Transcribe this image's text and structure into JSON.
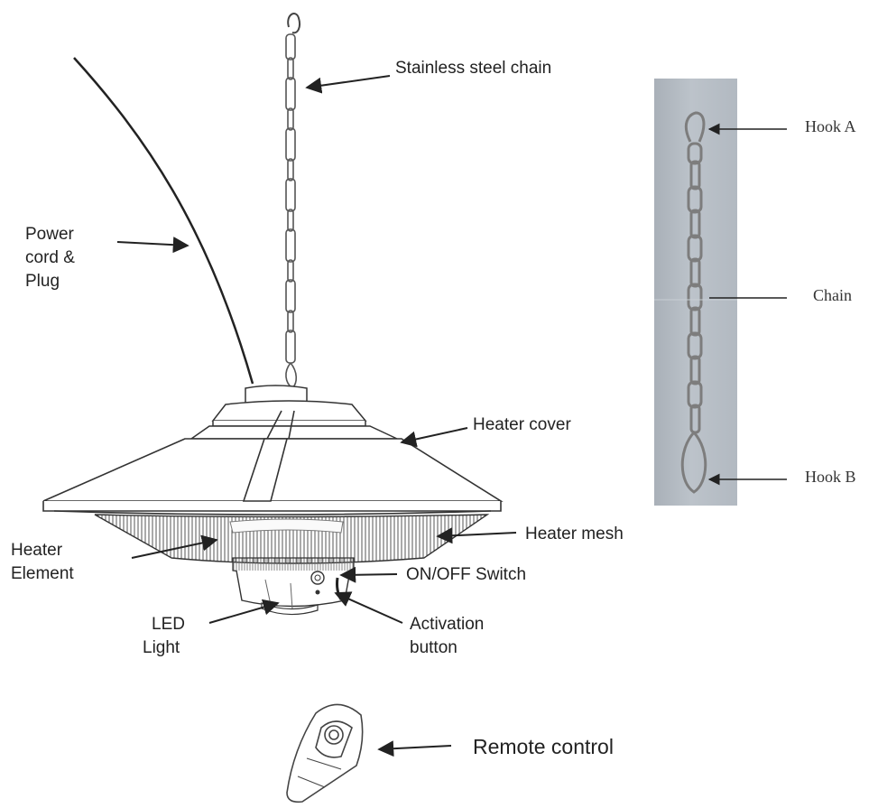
{
  "labels": {
    "chain": "Stainless steel chain",
    "power_line1": "Power",
    "power_line2": "cord &",
    "power_line3": "Plug",
    "cover": "Heater cover",
    "mesh": "Heater mesh",
    "element_line1": "Heater",
    "element_line2": "Element",
    "switch": "ON/OFF Switch",
    "led_line1": "LED",
    "led_line2": "Light",
    "activation_line1": "Activation",
    "activation_line2": "button",
    "remote": "Remote control"
  },
  "photo_labels": {
    "hook_a": "Hook A",
    "chain": "Chain",
    "hook_b": "Hook B"
  },
  "colors": {
    "line": "#333333",
    "photo_bg": "#b5bcc4",
    "chain_metal": "#8e8e8e"
  }
}
